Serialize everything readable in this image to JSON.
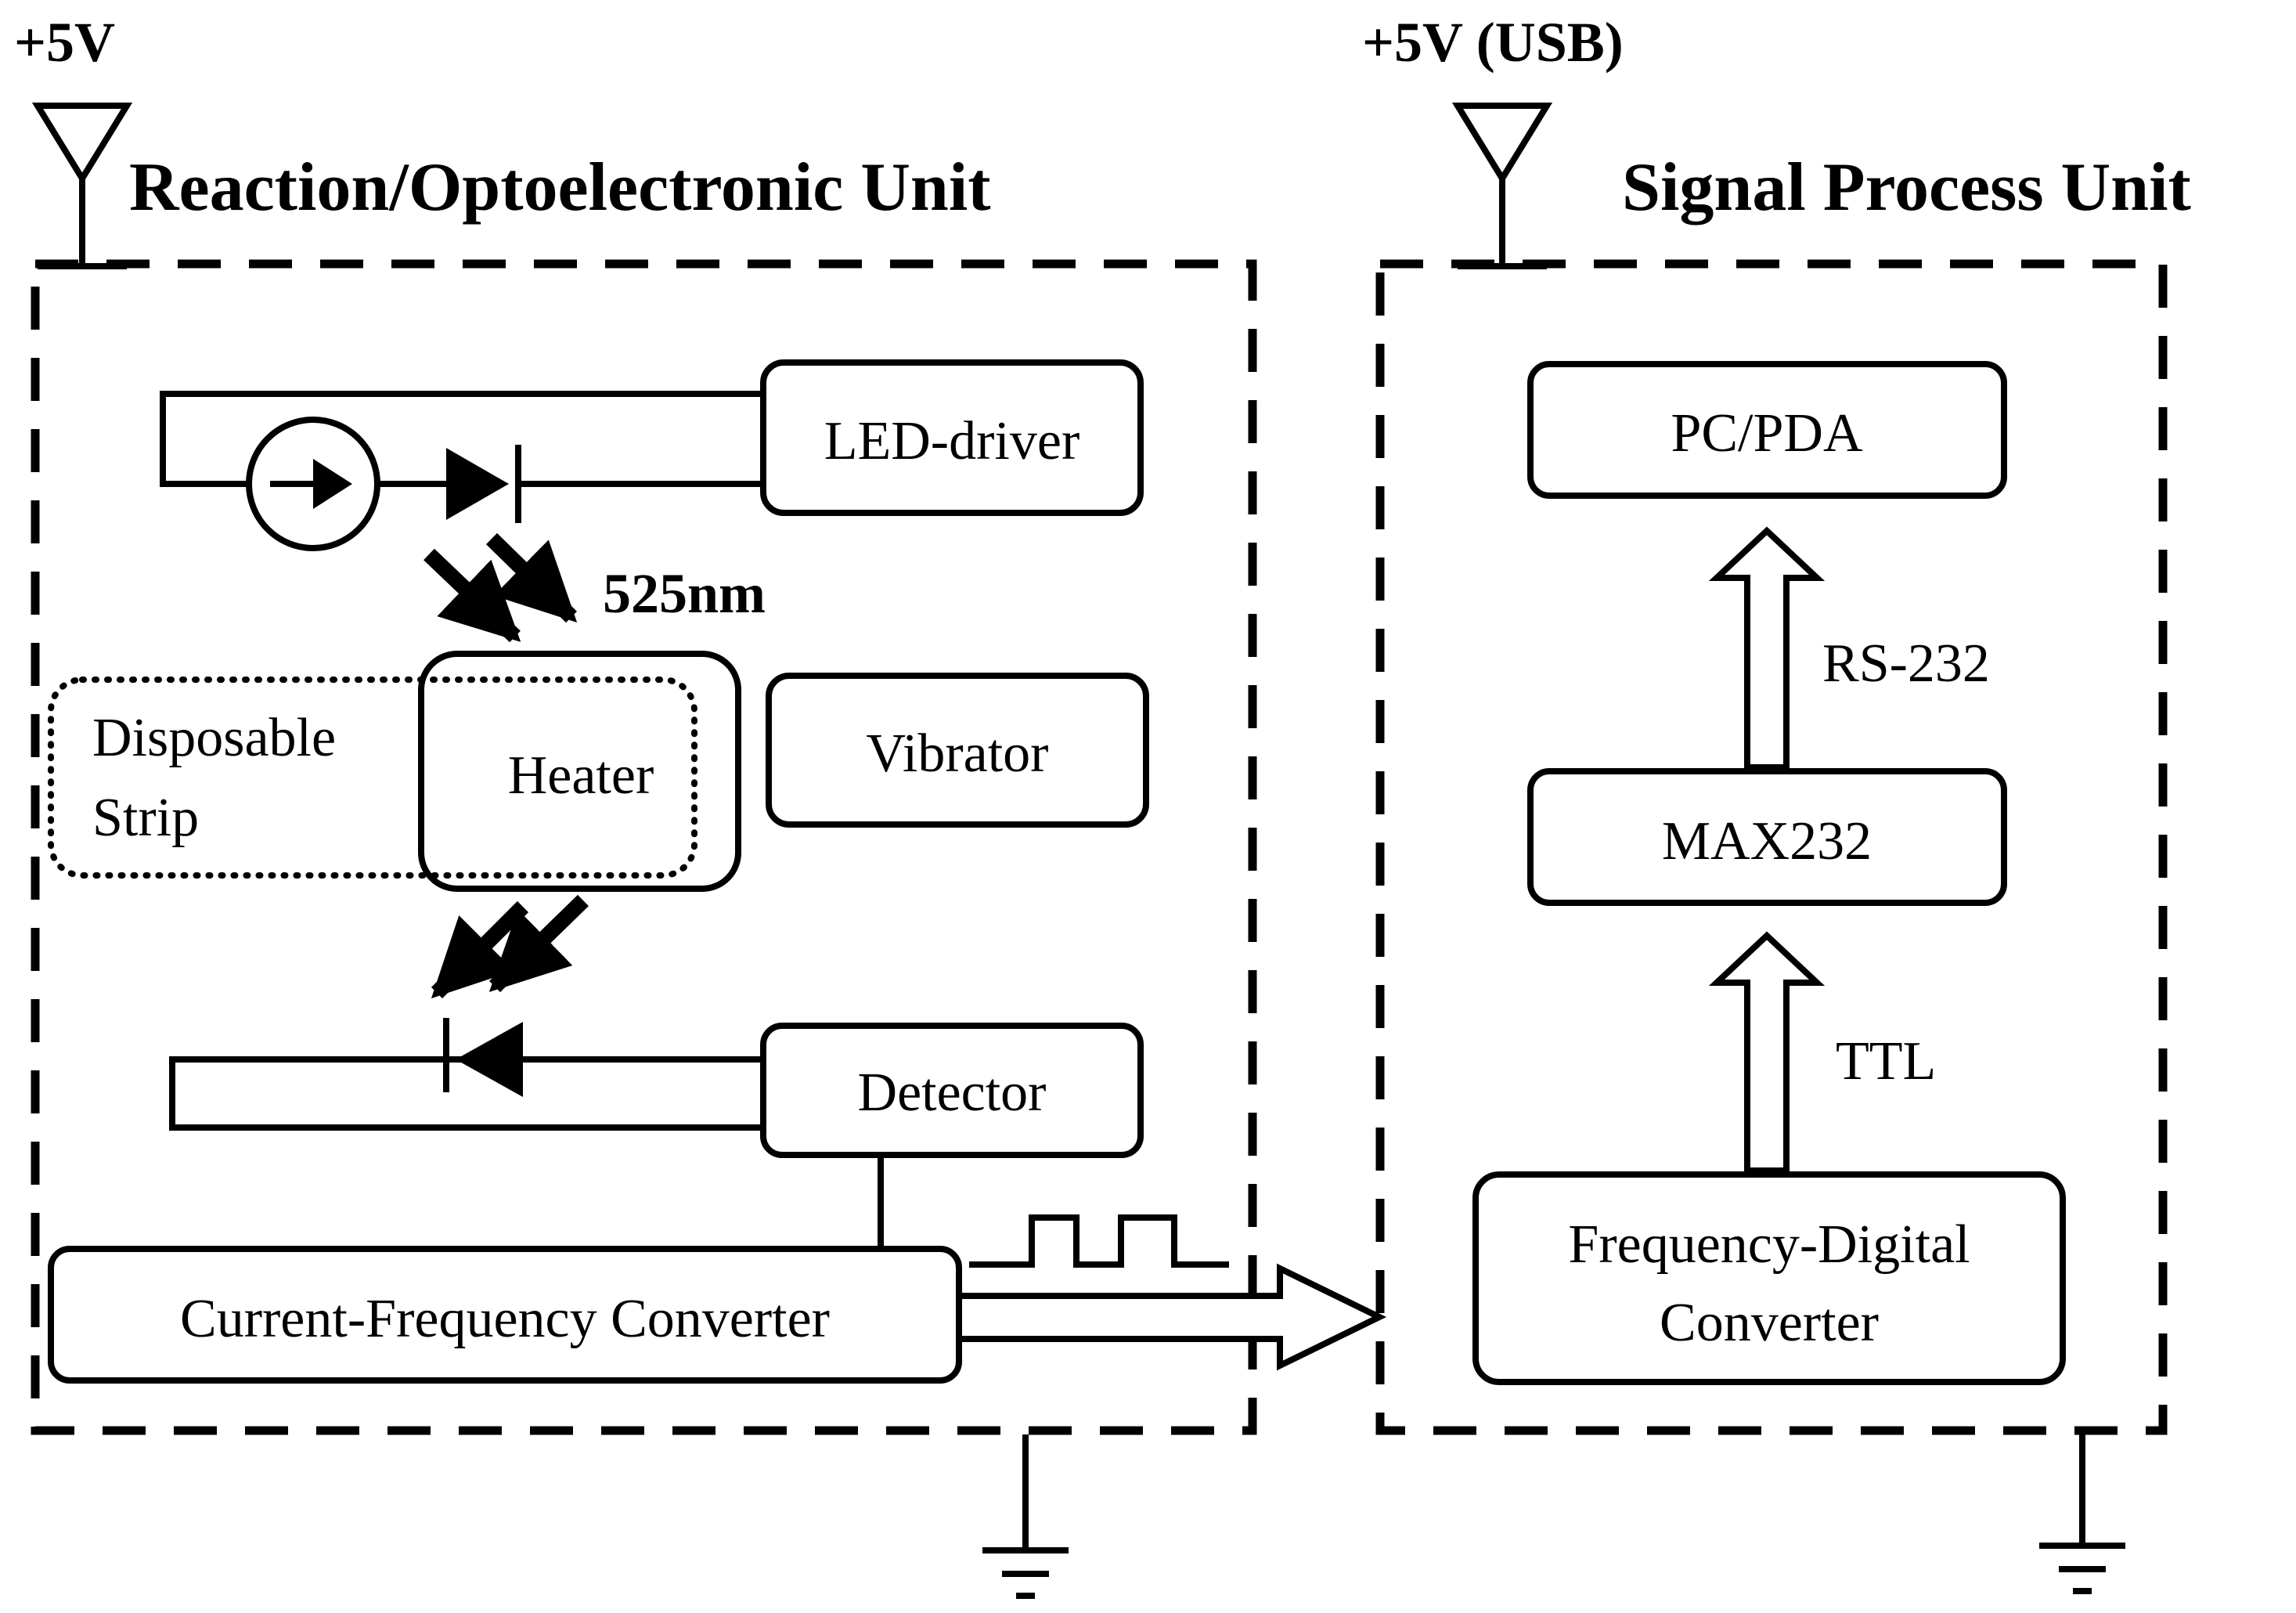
{
  "supplies": {
    "left": "+5V",
    "right": "+5V (USB)"
  },
  "units": {
    "left": "Reaction/Optoelectronic Unit",
    "right": "Signal Process Unit"
  },
  "blocks": {
    "led_driver": "LED-driver",
    "vibrator": "Vibrator",
    "heater": "Heater",
    "strip_line1": "Disposable",
    "strip_line2": "Strip",
    "detector": "Detector",
    "cf_converter": "Current-Frequency Converter",
    "pc_pda": "PC/PDA",
    "max232": "MAX232",
    "fd_line1": "Frequency-Digital",
    "fd_line2": "Converter"
  },
  "signals": {
    "wavelength": "525nm",
    "rs232": "RS-232",
    "ttl": "TTL"
  }
}
